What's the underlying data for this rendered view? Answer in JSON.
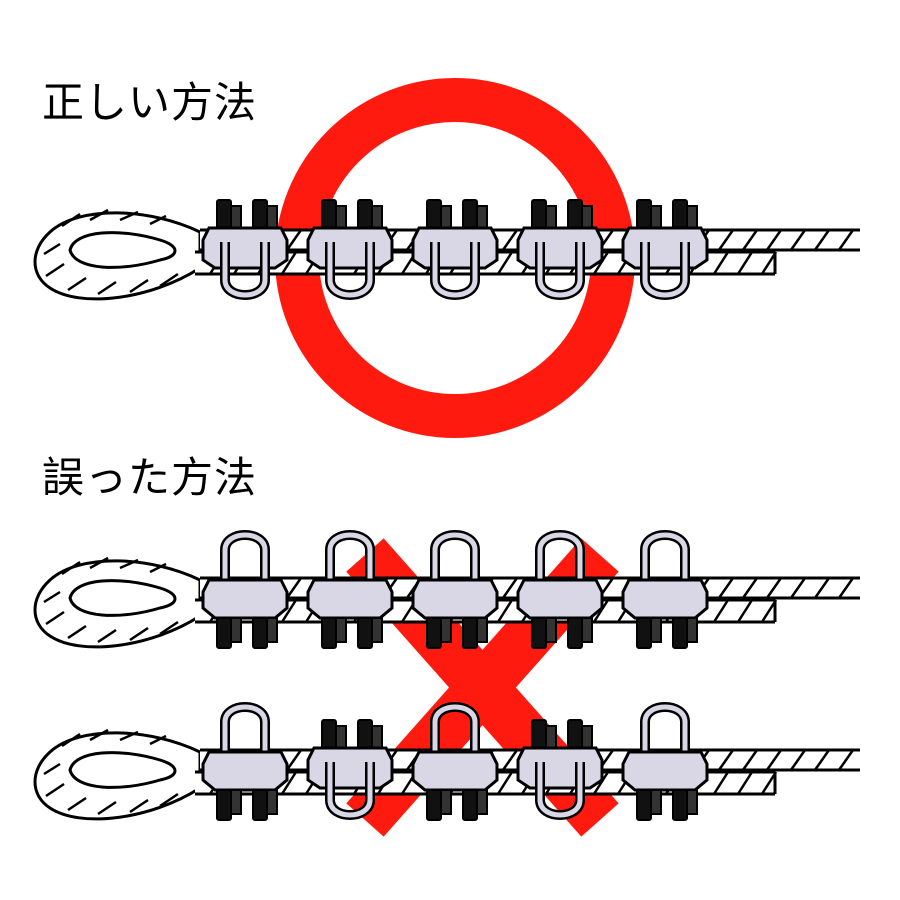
{
  "captions": {
    "correct": "正しい方法",
    "wrong": "誤った方法"
  },
  "symbols": {
    "correct_mark": "circle-mark",
    "wrong_mark": "cross-mark"
  },
  "colors": {
    "mark_red": "#ff1a10",
    "clip_fill": "#d9d6e6",
    "line": "#000000"
  },
  "rows": [
    {
      "name": "correct",
      "clips": [
        "up",
        "up",
        "up",
        "up",
        "up"
      ]
    },
    {
      "name": "wrong-1",
      "clips": [
        "down",
        "down",
        "down",
        "down",
        "down"
      ]
    },
    {
      "name": "wrong-2",
      "clips": [
        "down",
        "up",
        "down",
        "up",
        "down"
      ]
    }
  ]
}
